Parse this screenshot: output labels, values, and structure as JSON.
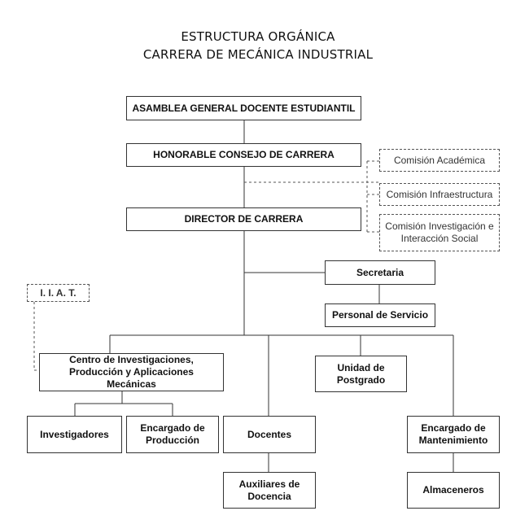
{
  "title": {
    "line1": "ESTRUCTURA ORGÁNICA",
    "line2": "CARRERA DE MECÁNICA INDUSTRIAL"
  },
  "nodes": {
    "asamblea": "ASAMBLEA GENERAL DOCENTE ESTUDIANTIL",
    "consejo": "HONORABLE CONSEJO DE CARRERA",
    "director": "DIRECTOR DE CARRERA",
    "comision_academica": "Comisión Académica",
    "comision_infra": "Comisión Infraestructura",
    "comision_invest": "Comisión Investigación e Interacción Social",
    "secretaria": "Secretaria",
    "personal": "Personal de Servicio",
    "iiat": "I. I. A. T.",
    "centro": "Centro de Investigaciones, Producción y Aplicaciones Mecánicas",
    "postgrado": "Unidad de Postgrado",
    "investigadores": "Investigadores",
    "enc_produccion": "Encargado de Producción",
    "docentes": "Docentes",
    "enc_mantenimiento": "Encargado de Mantenimiento",
    "auxiliares": "Auxiliares de Docencia",
    "almaceneros": "Almaceneros"
  }
}
